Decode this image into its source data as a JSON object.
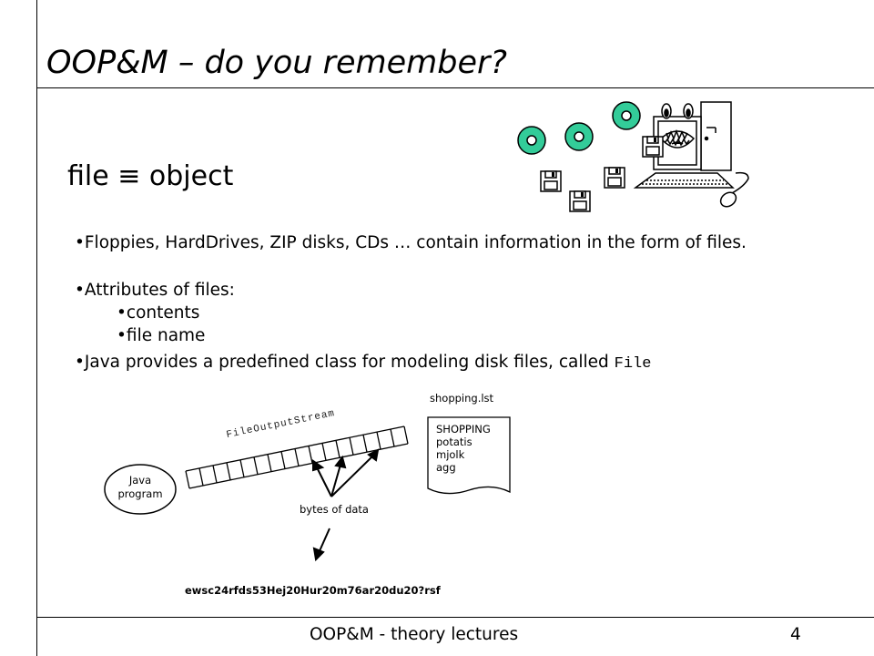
{
  "slide": {
    "title": "OOP&M – do you remember?",
    "heading": "file ≡ object",
    "bullets": {
      "b1": "•Floppies, HardDrives, ZIP disks, CDs … contain information in the form of files.",
      "b2": "•Attributes of files:",
      "b2_sub1": "•contents",
      "b2_sub2": "•file name",
      "b3_text": "•Java provides a predefined class for modeling disk files, called ",
      "b3_code": "File"
    },
    "diagram": {
      "file_name": "shopping.lst",
      "file_lines": [
        "SHOPPING",
        "potatis",
        "mjolk",
        "agg"
      ],
      "stream_label": "FileOutputStream",
      "program_label_1": "Java",
      "program_label_2": "program",
      "bytes_label": "bytes of data",
      "bytes_string": "ewsc24rfds53Hej20Hur20m76ar20du20?rsf"
    },
    "footer": "OOP&M - theory lectures",
    "page_number": "4"
  },
  "colors": {
    "disc_fill": "#33cc99",
    "line": "#000000",
    "background": "#ffffff"
  },
  "icons": [
    "computer-monster-icon",
    "cd-disc-icon",
    "floppy-disk-icon",
    "mouse-icon"
  ]
}
